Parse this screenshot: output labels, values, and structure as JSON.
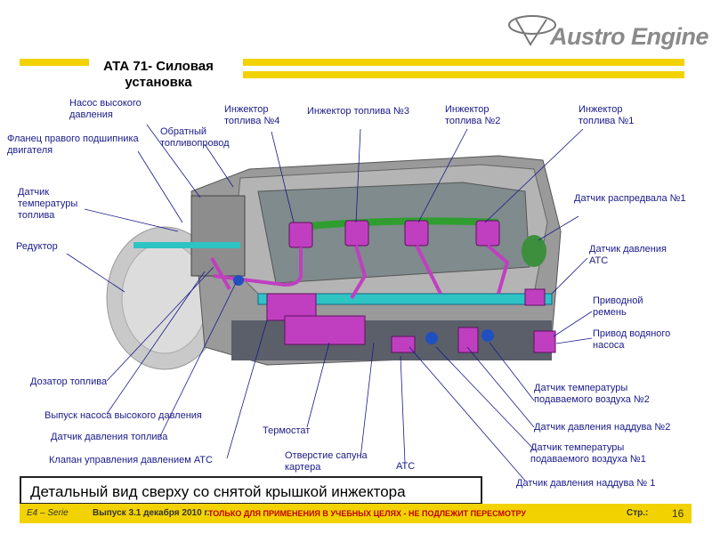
{
  "brand": "Austro Engine",
  "title": "АТА 71- Силовая установка",
  "labels": {
    "hp_pump": "Насос высокого давления",
    "flange": "Фланец правого подшипника двигателя",
    "return_line": "Обратный топливопровод",
    "fuel_temp": "Датчик температуры топлива",
    "reducer": "Редуктор",
    "inj4": "Инжектор топлива №4",
    "inj3": "Инжектор топлива №3",
    "inj2": "Инжектор топлива №2",
    "inj1": "Инжектор топлива №1",
    "cam_sensor": "Датчик распредвала №1",
    "atc_pressure": "Датчик давления АТС",
    "drive_belt": "Приводной ремень",
    "water_pump": "Привод водяного насоса",
    "fuel_meter": "Дозатор топлива",
    "hp_outlet": "Выпуск насоса высокого давления",
    "fuel_pressure": "Датчик давления топлива",
    "atc_valve": "Клапан управления давлением АТС",
    "thermostat": "Термостат",
    "breather": "Отверстие сапуна картера",
    "atc": "АТС",
    "air_temp2": "Датчик температуры подаваемого воздуха №2",
    "boost2": "Датчик давления наддува №2",
    "air_temp1": "Датчик температуры подаваемого воздуха №1",
    "boost1": "Датчик давления наддува № 1"
  },
  "caption": "Детальный вид сверху со снятой крышкой инжектора",
  "footer": {
    "series": "E4 – Serie",
    "issue": "Выпуск 3.1 декабря 2010 г.",
    "notice": "ТОЛЬКО ДЛЯ ПРИМЕНЕНИЯ В УЧЕБНЫХ ЦЕЛЯХ - НЕ ПОДЛЕЖИТ ПЕРЕСМОТРУ",
    "page_label": "Стр.:",
    "page_number": "16"
  },
  "colors": {
    "accent": "#f2d200",
    "label_text": "#1a1a8a",
    "notice_red": "#c00000"
  }
}
